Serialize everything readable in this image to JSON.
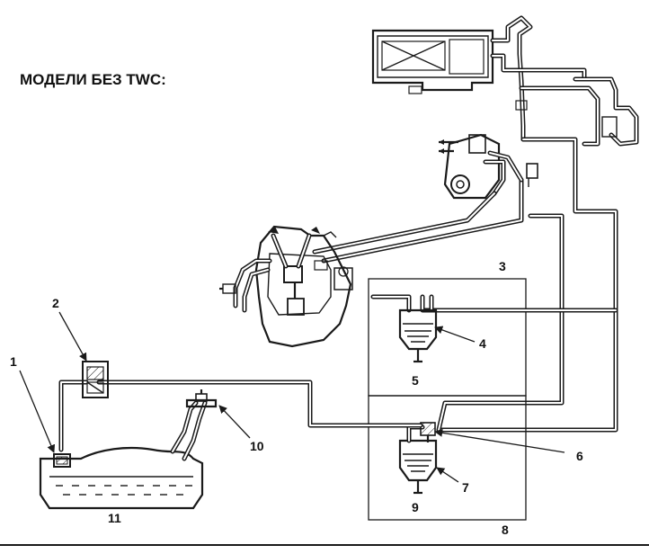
{
  "heading": "МОДЕЛИ БЕЗ TWC:",
  "callouts": {
    "c1": "1",
    "c2": "2",
    "c3": "3",
    "c4": "4",
    "c5": "5",
    "c6": "6",
    "c7": "7",
    "c8": "8",
    "c9": "9",
    "c10": "10",
    "c11": "11"
  },
  "colors": {
    "ink": "#1a1a1a",
    "background": "#ffffff"
  }
}
